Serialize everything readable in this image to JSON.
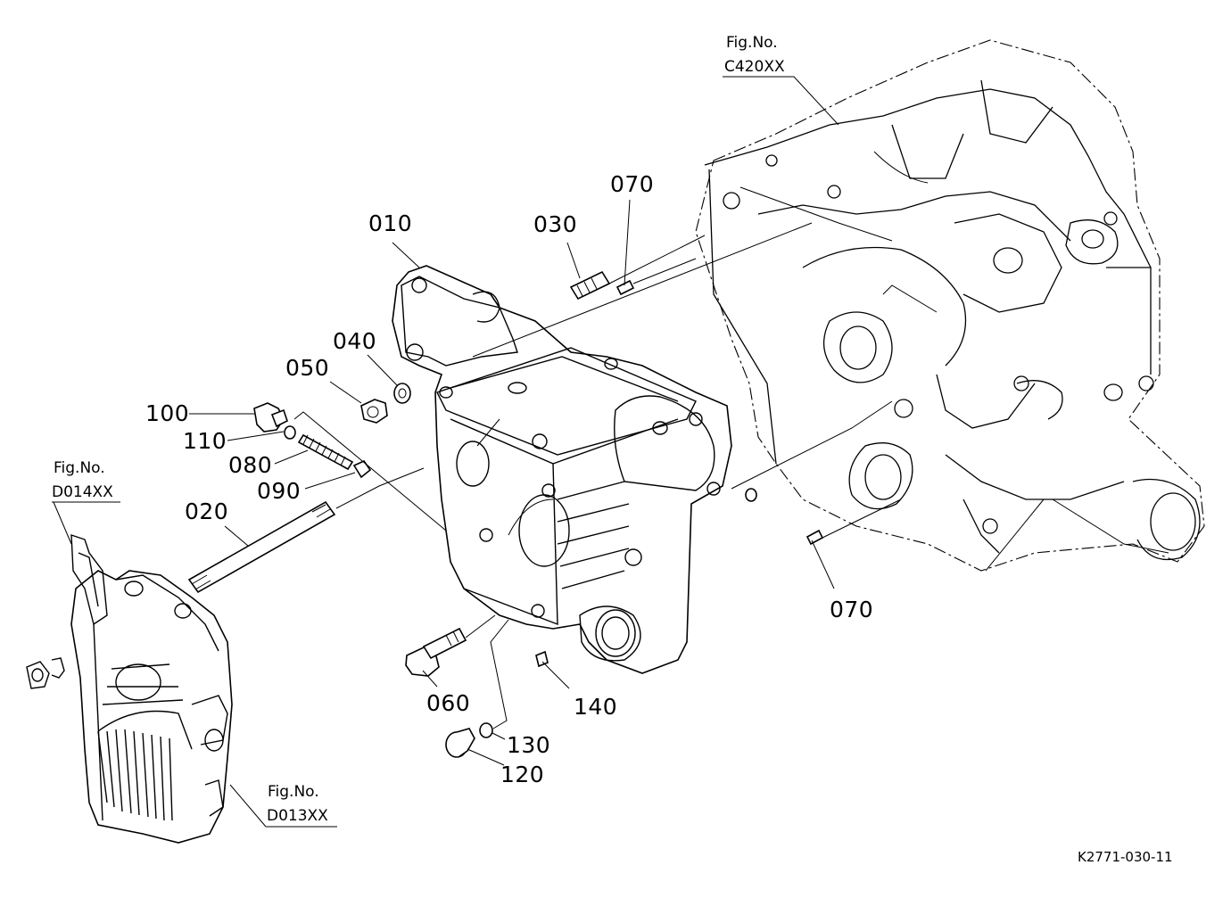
{
  "figure_refs": {
    "c420": {
      "line1": "Fig.No.",
      "line2": "C420XX"
    },
    "d014": {
      "line1": "Fig.No.",
      "line2": "D014XX"
    },
    "d013": {
      "line1": "Fig.No.",
      "line2": "D013XX"
    }
  },
  "callouts": {
    "c010": "010",
    "c020": "020",
    "c030": "030",
    "c040": "040",
    "c050": "050",
    "c060": "060",
    "c070a": "070",
    "c070b": "070",
    "c080": "080",
    "c090": "090",
    "c100": "100",
    "c110": "110",
    "c120": "120",
    "c130": "130",
    "c140": "140"
  },
  "drawing_number": "K2771-030-11"
}
